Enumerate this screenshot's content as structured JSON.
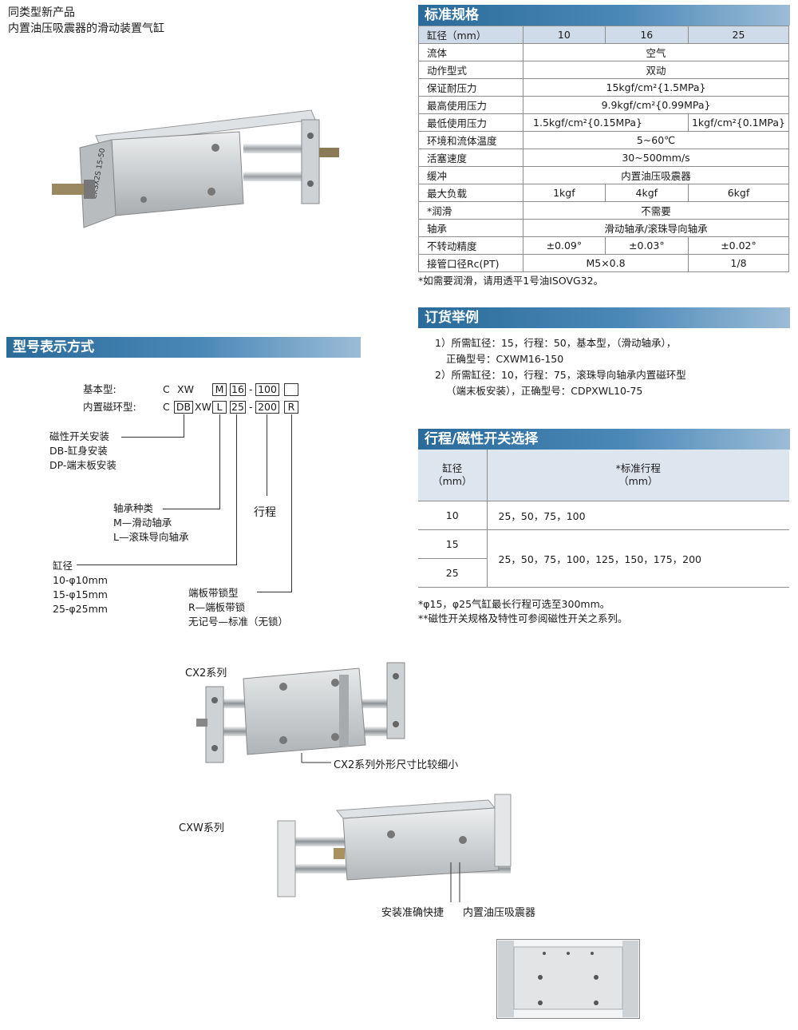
{
  "intro": {
    "line1": "同类型新产品",
    "line2": "内置油压吸震器的滑动装置气缸"
  },
  "spec": {
    "header": "标准规格",
    "rows": [
      {
        "label": "缸径（mm）",
        "v1": "10",
        "v2": "16",
        "v3": "25"
      },
      {
        "label": "流体",
        "value": "空气"
      },
      {
        "label": "动作型式",
        "value": "双动"
      },
      {
        "label": "保证耐压力",
        "value": "15kgf/cm²{1.5MPa}"
      },
      {
        "label": "最高使用压力",
        "value": "9.9kgf/cm²{0.99MPa}"
      },
      {
        "label": "最低使用压力",
        "v1": "1.5kgf/cm²{0.15MPa}",
        "v2": "1kgf/cm²{0.1MPa}"
      },
      {
        "label": "环境和流体温度",
        "value": "5~60℃"
      },
      {
        "label": "活塞速度",
        "value": "30~500mm/s"
      },
      {
        "label": "缓冲",
        "value": "内置油压吸震器"
      },
      {
        "label": "最大负载",
        "v1": "1kgf",
        "v2": "4kgf",
        "v3": "6kgf"
      },
      {
        "label": "*润滑",
        "value": "不需要"
      },
      {
        "label": "轴承",
        "value": "滑动轴承/滚珠导向轴承"
      },
      {
        "label": "不转动精度",
        "v1": "±0.09°",
        "v2": "±0.03°",
        "v3": "±0.02°"
      },
      {
        "label": "接管口径Rc(PT)",
        "v1": "M5×0.8",
        "v2": "1/8"
      }
    ],
    "note": "*如需要润滑，请用透平1号油ISOVG32。"
  },
  "order": {
    "header": "订货举例",
    "l1": "1）所需缸径：15，行程：50，基本型，（滑动轴承），",
    "l2": "正确型号：CXWM16-150",
    "l3": "2）所需缸径：10，行程：75，滚珠导向轴承内置磁环型",
    "l4": "（端末板安装），正确型号：CDPXWL10-75"
  },
  "stroke": {
    "header": "行程/磁性开关选择",
    "col1a": "缸径",
    "col1b": "（mm）",
    "col2a": "*标准行程",
    "col2b": "（mm）",
    "rows": [
      {
        "bore": "10",
        "strokes": "25，50，75，100"
      },
      {
        "bore": "15",
        "strokes": "25，50，75，100，125，150，175，200"
      },
      {
        "bore": "25"
      }
    ],
    "note1": "*φ15，φ25气缸最长行程可选至300mm。",
    "note2": "**磁性开关规格及特性可参阅磁性开关之系列。"
  },
  "model": {
    "header": "型号表示方式",
    "basic_label": "基本型:",
    "basic_c": "C",
    "basic_xw": "XW",
    "basic_m": "M",
    "basic_16": "16",
    "dash": "-",
    "basic_100": "100",
    "mag_label": "内置磁环型:",
    "mag_c": "C",
    "mag_db": "DB",
    "mag_xw": "XW",
    "mag_l": "L",
    "mag_25": "25",
    "mag_200": "200",
    "mag_r": "R",
    "switch_title": "磁性开关安装",
    "switch_db": "DB-缸身安装",
    "switch_dp": "DP-端末板安装",
    "bearing_title": "轴承种类",
    "bearing_m": "M—滑动轴承",
    "bearing_l": "L—滚珠导向轴承",
    "stroke_title": "行程",
    "bore_title": "缸径",
    "bore_10": "10-φ10mm",
    "bore_15": "15-φ15mm",
    "bore_25": "25-φ25mm",
    "lock_title": "端板带锁型",
    "lock_r": "R—端板带锁",
    "lock_none": "无记号—标准（无锁）"
  },
  "photos": {
    "cx2_title": "CX2系列",
    "cx2_caption": "CX2系列外形尺寸比较细小",
    "cxw_title": "CXW系列",
    "cxw_caption1": "安装准确快捷",
    "cxw_caption2": "内置油压吸震器",
    "body_label": "CXSX2S 15-50"
  },
  "colors": {
    "header_blue": "#2a6b9a",
    "table_head": "#cfdbe8",
    "metal": "#c9ccce"
  }
}
